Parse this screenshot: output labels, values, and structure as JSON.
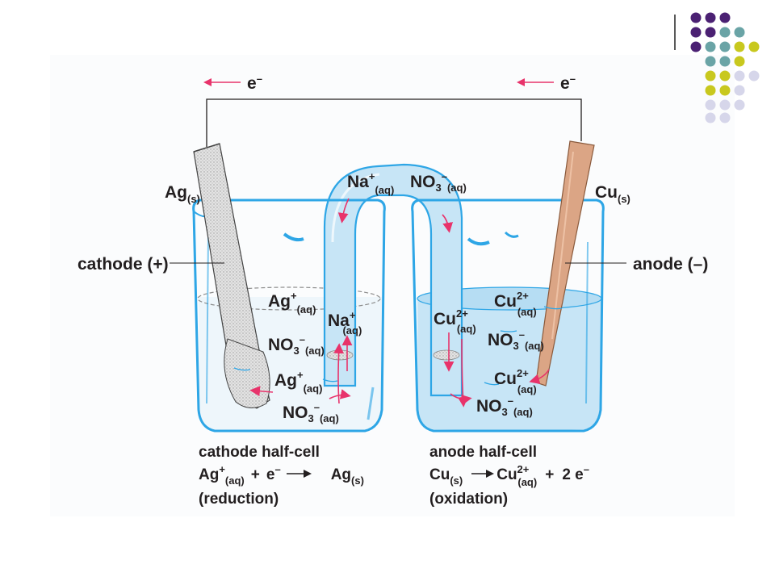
{
  "colors": {
    "purple": "#4b2173",
    "teal": "#6aa4a6",
    "olive": "#c8c81e",
    "lavender": "#d6d6ea",
    "beaker_blue": "#2ea6e6",
    "solution": "#c7e5f6",
    "arrow_pink": "#e8336b",
    "copper": "#dba585",
    "silver": "#d8d8d8"
  },
  "labels": {
    "electron_left": "e",
    "electron_right": "e",
    "minus": "–",
    "ag_electrode": {
      "main": "Ag",
      "sub": "(s)"
    },
    "cu_electrode": {
      "main": "Cu",
      "sub": "(s)"
    },
    "cathode": "cathode (+)",
    "anode": "anode (–)",
    "na_bridge": {
      "main": "Na",
      "sup": "+",
      "sub": "(aq)"
    },
    "no3_bridge": {
      "main": "NO",
      "n": "3",
      "sup": "–",
      "sub": "(aq)"
    },
    "ag_ion_top": {
      "main": "Ag",
      "sup": "+",
      "sub": "(aq)"
    },
    "no3_left": {
      "main": "NO",
      "n": "3",
      "sup": "–",
      "sub": "(aq)"
    },
    "ag_ion_low": {
      "main": "Ag",
      "sup": "+",
      "sub": "(aq)"
    },
    "no3_left_bottom": {
      "main": "NO",
      "n": "3",
      "sup": "–",
      "sub": "(aq)"
    },
    "na_tube": {
      "main": "Na",
      "sup": "+",
      "sub": "(aq)"
    },
    "cu_ion_tube": {
      "main": "Cu",
      "sup": "2+",
      "sub": "(aq)"
    },
    "cu_ion_top": {
      "main": "Cu",
      "sup": "2+",
      "sub": "(aq)"
    },
    "no3_right": {
      "main": "NO",
      "n": "3",
      "sup": "–",
      "sub": "(aq)"
    },
    "cu_ion_low": {
      "main": "Cu",
      "sup": "2+",
      "sub": "(aq)"
    },
    "no3_right_bottom": {
      "main": "NO",
      "n": "3",
      "sup": "–",
      "sub": "(aq)"
    }
  },
  "captions": {
    "cathode_title": "cathode half-cell",
    "cathode_eq": {
      "a": "Ag",
      "a_sup": "+",
      "a_sub": "(aq)",
      "plus": "+",
      "e": "e",
      "e_sup": "–",
      "product": "Ag",
      "product_sub": "(s)"
    },
    "cathode_type": "(reduction)",
    "anode_title": "anode half-cell",
    "anode_eq": {
      "a": "Cu",
      "a_sub": "(s)",
      "product": "Cu",
      "product_sup": "2+",
      "product_sub": "(aq)",
      "plus": "+",
      "coef": "2 e",
      "e_sup": "–"
    },
    "anode_type": "(oxidation)"
  }
}
